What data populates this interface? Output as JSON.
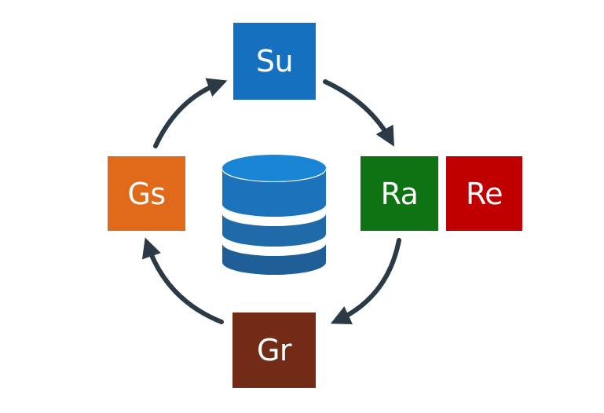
{
  "nodes": {
    "su": {
      "label": "Su",
      "color": "#1570c0"
    },
    "ra": {
      "label": "Ra",
      "color": "#0e7312"
    },
    "re": {
      "label": "Re",
      "color": "#c00000"
    },
    "gr": {
      "label": "Gr",
      "color": "#722b14"
    },
    "gs": {
      "label": "Gs",
      "color": "#e06a1a"
    }
  },
  "center": {
    "icon": "database-icon",
    "color_top": "#1a85d4",
    "color_body": "#1f5e96"
  },
  "arrow_color": "#2b3a45",
  "cycle_order": [
    "su",
    "ra",
    "gr",
    "gs"
  ]
}
